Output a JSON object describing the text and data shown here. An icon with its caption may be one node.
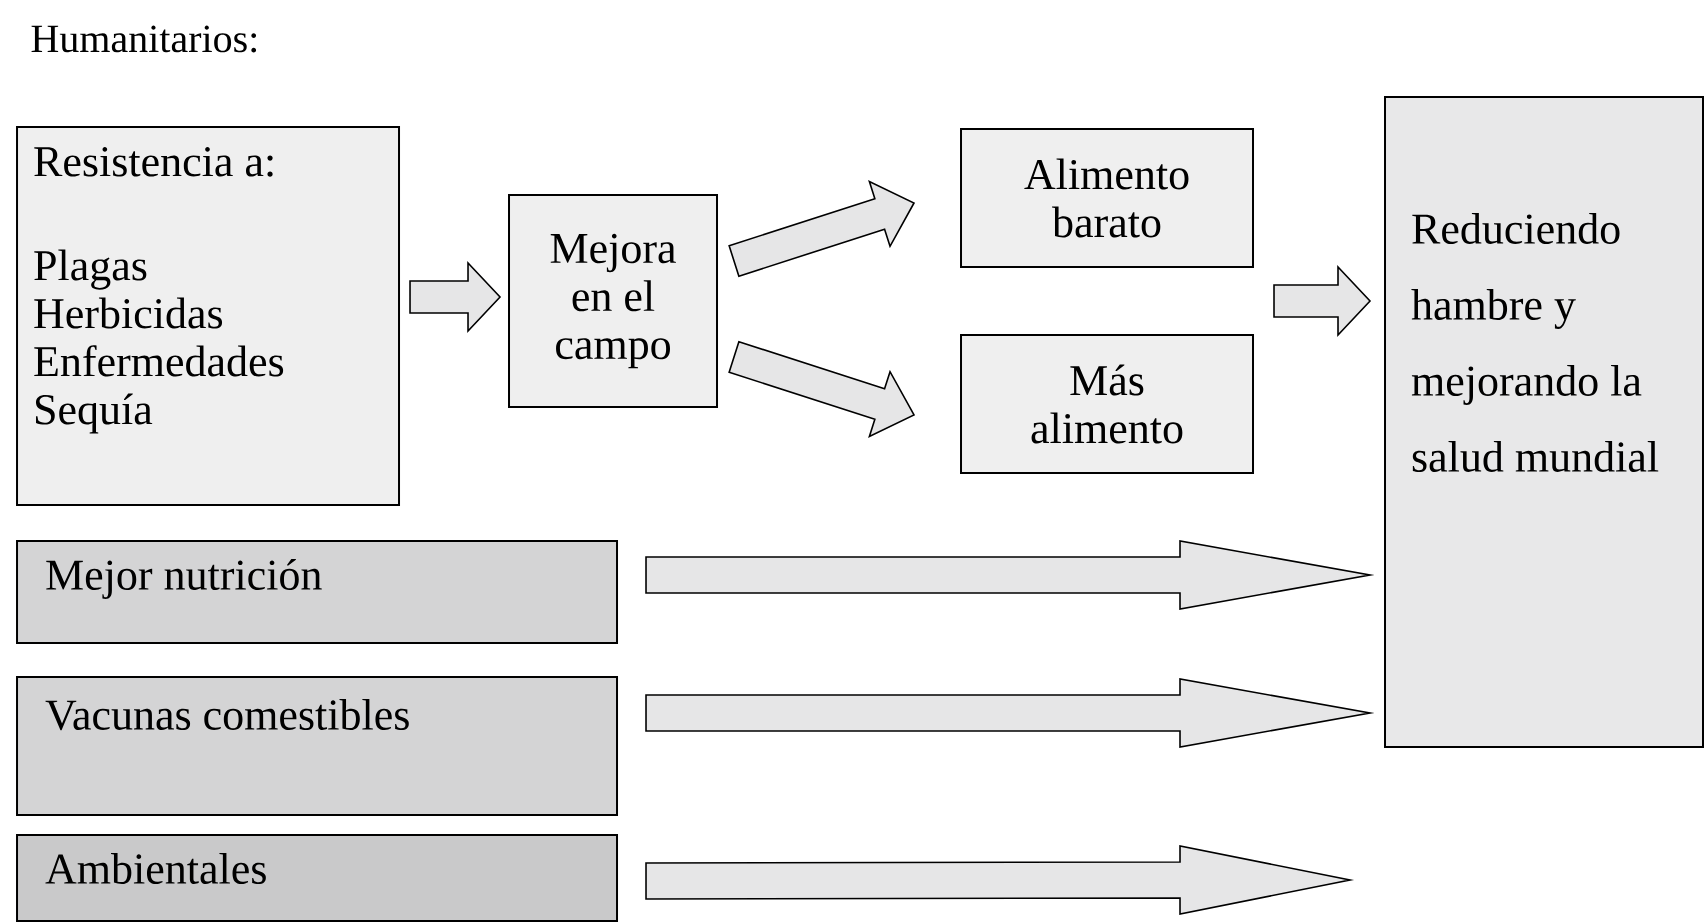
{
  "diagram": {
    "title": "Humanitarios:",
    "nodes": [
      {
        "text": [
          "Resistencia a:",
          "Plagas",
          "Herbicidas",
          "Enfermedades",
          "Sequía"
        ]
      },
      {
        "text": [
          "Mejora en el campo"
        ]
      },
      {
        "text": [
          "Alimento barato"
        ]
      },
      {
        "text": [
          "Más alimento"
        ]
      },
      {
        "text": [
          "Reduciendo hambre y mejorando la salud mundial"
        ]
      },
      {
        "text": [
          "Mejor nutrición"
        ]
      },
      {
        "text": [
          "Vacunas comestibles"
        ]
      },
      {
        "text": [
          "Ambientales"
        ]
      }
    ],
    "edges": [
      {
        "from": 0,
        "to": 1,
        "arrow": "to"
      },
      {
        "from": 1,
        "to": 2,
        "arrow": "to"
      },
      {
        "from": 1,
        "to": 3,
        "arrow": "to"
      },
      {
        "from": 2,
        "to": 4,
        "arrow": "to"
      },
      {
        "from": 3,
        "to": 4,
        "arrow": "to"
      },
      {
        "from": 5,
        "to": 4,
        "arrow": "to"
      },
      {
        "from": 6,
        "to": 4,
        "arrow": "to"
      },
      {
        "from": 7,
        "to": null,
        "arrow": "to"
      }
    ]
  }
}
